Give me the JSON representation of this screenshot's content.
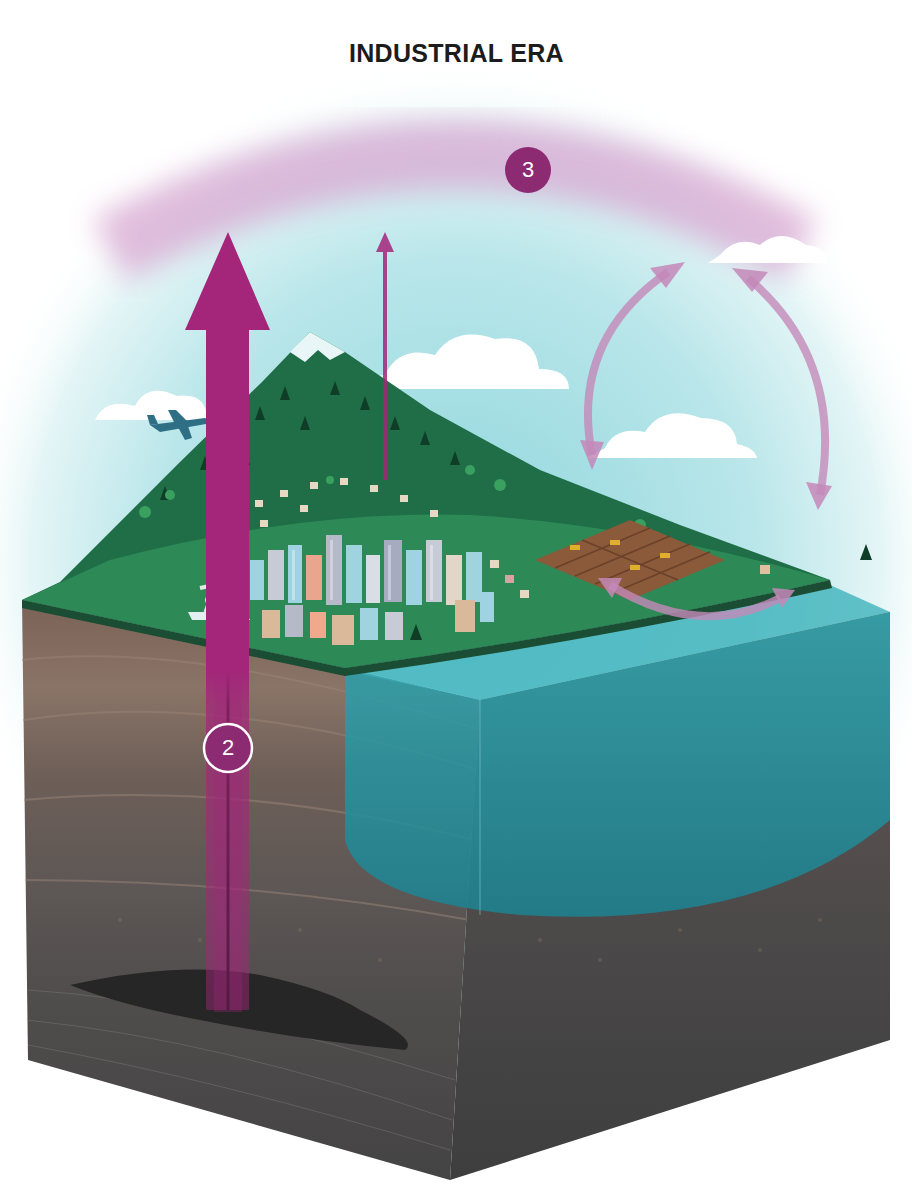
{
  "diagram": {
    "title": "INDUSTRIAL ERA",
    "labels": [
      "3",
      "2"
    ]
  }
}
